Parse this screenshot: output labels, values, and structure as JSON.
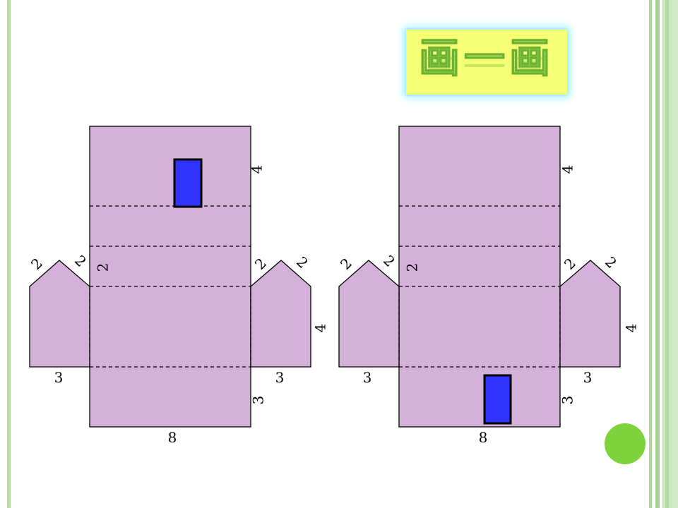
{
  "title": "画一画",
  "colors": {
    "net_fill": "#d4b1d8",
    "door_fill": "#3333ff",
    "title_bg": "#f4ff74",
    "title_glow": "#9ef0ff",
    "next_button": "#7ed33c"
  },
  "nets": [
    {
      "name": "left",
      "top_height": "4",
      "roof_height": "2",
      "roof_slope_left_a": "2",
      "roof_slope_left_b": "2",
      "roof_slope_right_a": "2",
      "roof_slope_right_b": "2",
      "side_height": "4",
      "left_width": "3",
      "right_width": "3",
      "bottom_height": "3",
      "base_width": "8",
      "door_position": "top"
    },
    {
      "name": "right",
      "top_height": "4",
      "roof_height": "2",
      "roof_slope_left_a": "2",
      "roof_slope_left_b": "2",
      "roof_slope_right_a": "2",
      "roof_slope_right_b": "2",
      "side_height": "4",
      "left_width": "3",
      "right_width": "3",
      "bottom_height": "3",
      "base_width": "8",
      "door_position": "bottom"
    }
  ]
}
